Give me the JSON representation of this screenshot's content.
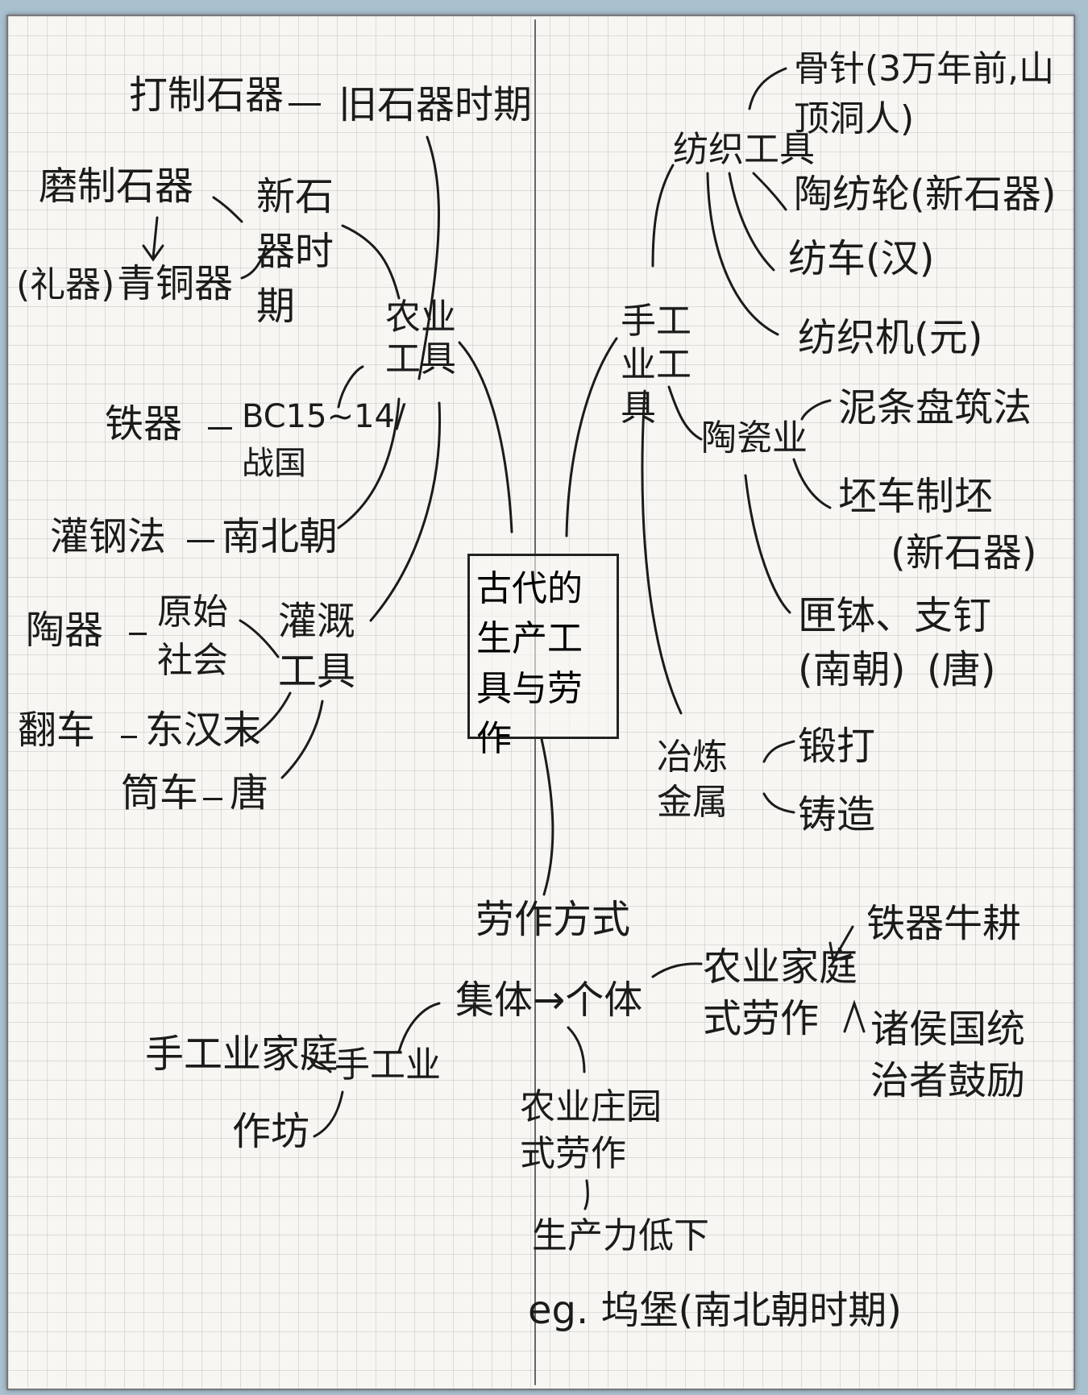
{
  "title": "古代的生产工具与劳作",
  "ag": {
    "hub": "农业工具",
    "dazhi": "打制石器",
    "jiushiqi": "旧石器时期",
    "mozhi": "磨制石器",
    "xinshiqi": "新石器时期",
    "liqi": "(礼器)",
    "qingtong": "青铜器",
    "tieqi": "铁器",
    "bc": "BC15~14/战国",
    "guangang": "灌钢法",
    "nanbeichao": "南北朝"
  },
  "irr": {
    "hub": "灌溉工具",
    "taoqi": "陶器",
    "yuanshi": "原始社会",
    "fanche": "翻车",
    "donghanmo": "东汉末",
    "tongche": "筒车",
    "tang": "唐"
  },
  "craft": {
    "hub": "手工业工具",
    "fangzhi": "纺织工具",
    "guzhen": "骨针(3万年前,山顶洞人)",
    "taofanglun": "陶纺轮(新石器)",
    "fangche": "纺车(汉)",
    "fangzhiji": "纺织机(元)",
    "taoci": "陶瓷业",
    "nitiao": "泥条盘筑法",
    "peiche": "坯车制坯",
    "xinshiqi": "(新石器)",
    "xiabo": "匣钵、支钉",
    "nanchao": "(南朝)",
    "tang": "(唐)",
    "yelian": "冶炼金属",
    "duanda": "锻打",
    "zhuzao": "铸造"
  },
  "labor": {
    "hub": "劳作方式",
    "jiti_geti": "集体→个体",
    "jiating": "农业家庭式劳作",
    "tieqiniugeng": "铁器牛耕",
    "zhuhou": "诸侯国统治者鼓励",
    "shougongye": "手工业",
    "sgy_jiating": "手工业家庭",
    "zuofang": "作坊",
    "zhuangyuan": "农业庄园式劳作",
    "shengchanli": "生产力低下",
    "eg": "eg. 坞堡(南北朝时期)"
  },
  "colors": {
    "paper": "#f7f6f3",
    "grid": "#969696",
    "ink": "#1b1b1b",
    "background": "#a9c0cf"
  }
}
